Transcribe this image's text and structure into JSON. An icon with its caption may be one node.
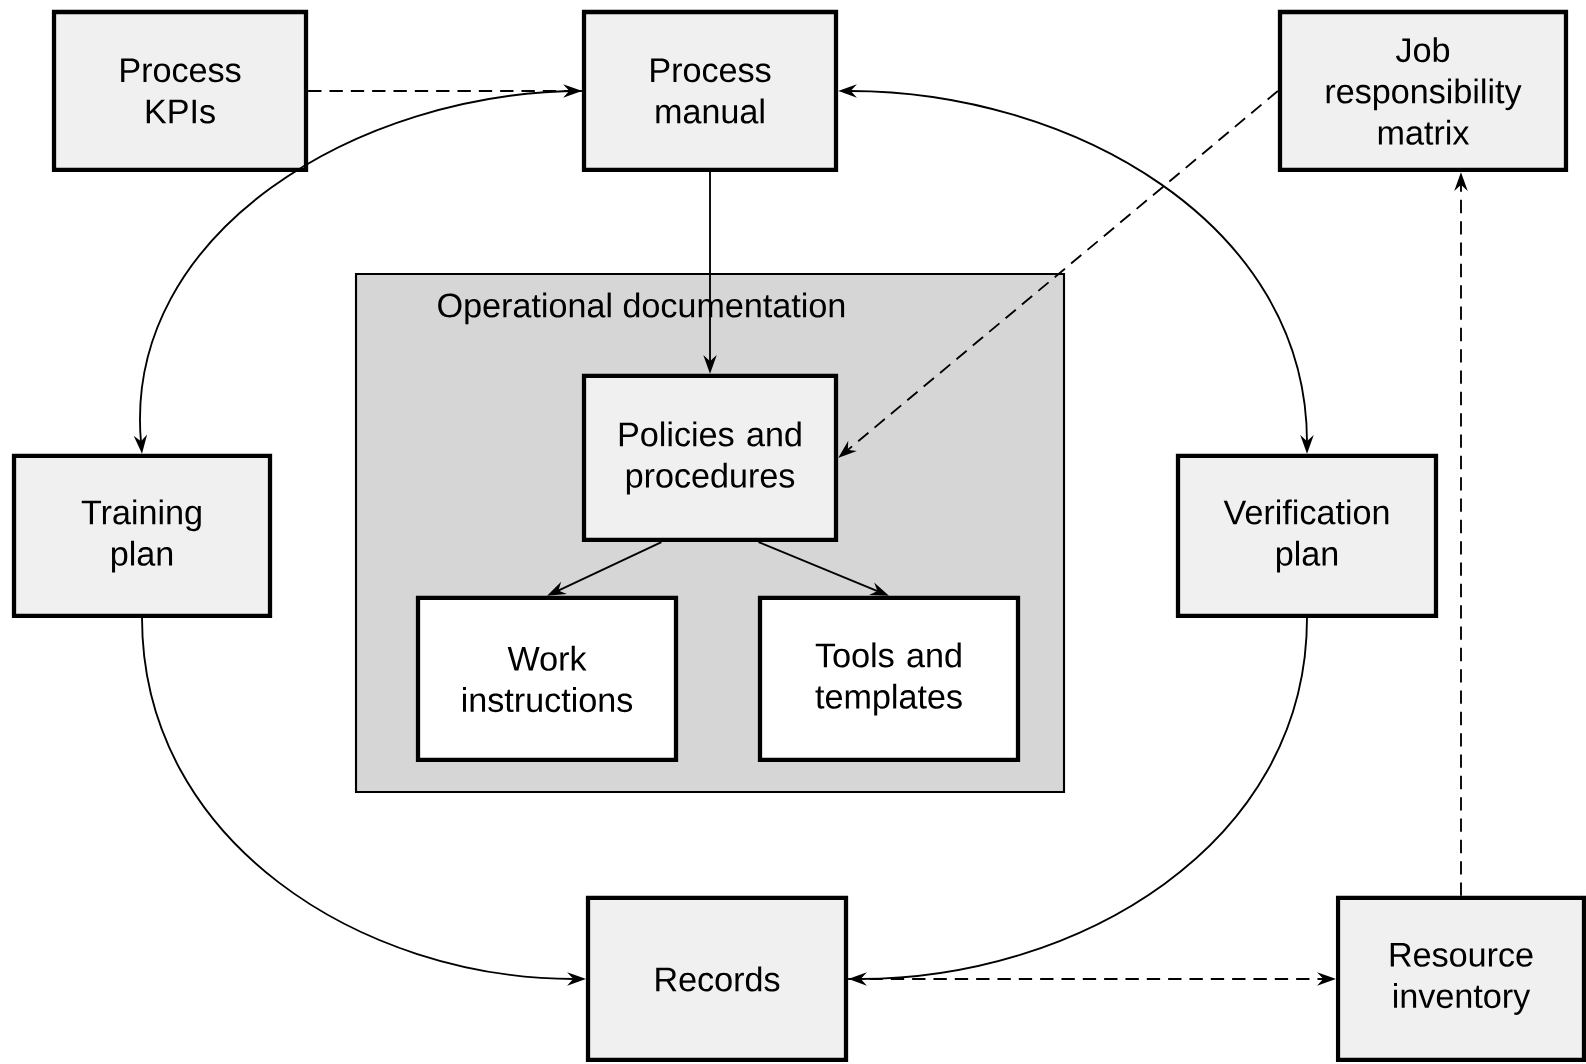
{
  "diagram": {
    "nodes": [
      {
        "text": [
          "Process KPIs"
        ]
      },
      {
        "text": [
          "Process manual"
        ]
      },
      {
        "text": [
          "Job responsibility matrix"
        ]
      },
      {
        "text": [
          "Operational documentation"
        ]
      },
      {
        "text": [
          "Policies and procedures"
        ],
        "in": 3
      },
      {
        "text": [
          "Work instructions"
        ],
        "in": 3
      },
      {
        "text": [
          "Tools and templates"
        ],
        "in": 3
      },
      {
        "text": [
          "Training plan"
        ]
      },
      {
        "text": [
          "Verification plan"
        ]
      },
      {
        "text": [
          "Records"
        ]
      },
      {
        "text": [
          "Resource inventory"
        ]
      }
    ],
    "edges": [
      {
        "from": 0,
        "to": 1,
        "arrow": "to",
        "style": "dashed"
      },
      {
        "from": 1,
        "to": 4,
        "arrow": "to"
      },
      {
        "from": 2,
        "to": 4,
        "arrow": "to",
        "style": "dashed"
      },
      {
        "from": 1,
        "to": 7,
        "arrow": "to"
      },
      {
        "from": 1,
        "to": 8,
        "arrow": "both"
      },
      {
        "from": 4,
        "to": 5,
        "arrow": "to"
      },
      {
        "from": 4,
        "to": 6,
        "arrow": "to"
      },
      {
        "from": 7,
        "to": 9,
        "arrow": "to"
      },
      {
        "from": 8,
        "to": 9,
        "arrow": "to"
      },
      {
        "from": 9,
        "to": 10,
        "arrow": "to",
        "style": "dashed"
      },
      {
        "from": 10,
        "to": 2,
        "arrow": "to",
        "style": "dashed"
      }
    ]
  }
}
